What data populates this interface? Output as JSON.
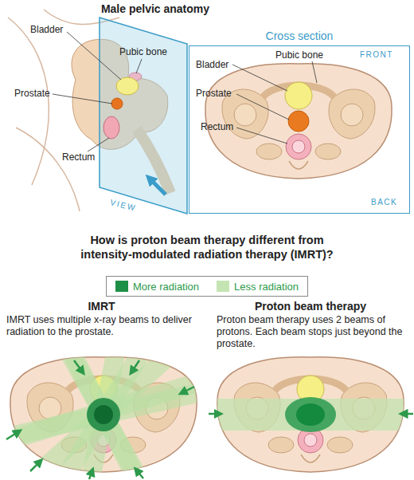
{
  "diagram": {
    "title": "Male pelvic anatomy",
    "nodes": [
      {
        "text": [
          "Cross section"
        ]
      }
    ],
    "labels": [
      "Bladder",
      "Pubic bone",
      "Prostate",
      "Rectum",
      "VIEW",
      "FRONT",
      "Bladder",
      "Pubic bone",
      "Prostate",
      "Rectum",
      "BACK",
      "How is proton beam therapy different from intensity-modulated radiation therapy (IMRT)?",
      "IMRT",
      "IMRT uses multiple x-ray beams to deliver radiation to the prostate.",
      "Proton beam therapy",
      "Proton beam therapy uses 2 beams of protons. Each beam stops just beyond the prostate."
    ],
    "legend": [
      {
        "text": "More radiation",
        "color": "#1e8f46"
      },
      {
        "text": "Less radiation",
        "color": "#c5e4b3"
      }
    ]
  }
}
